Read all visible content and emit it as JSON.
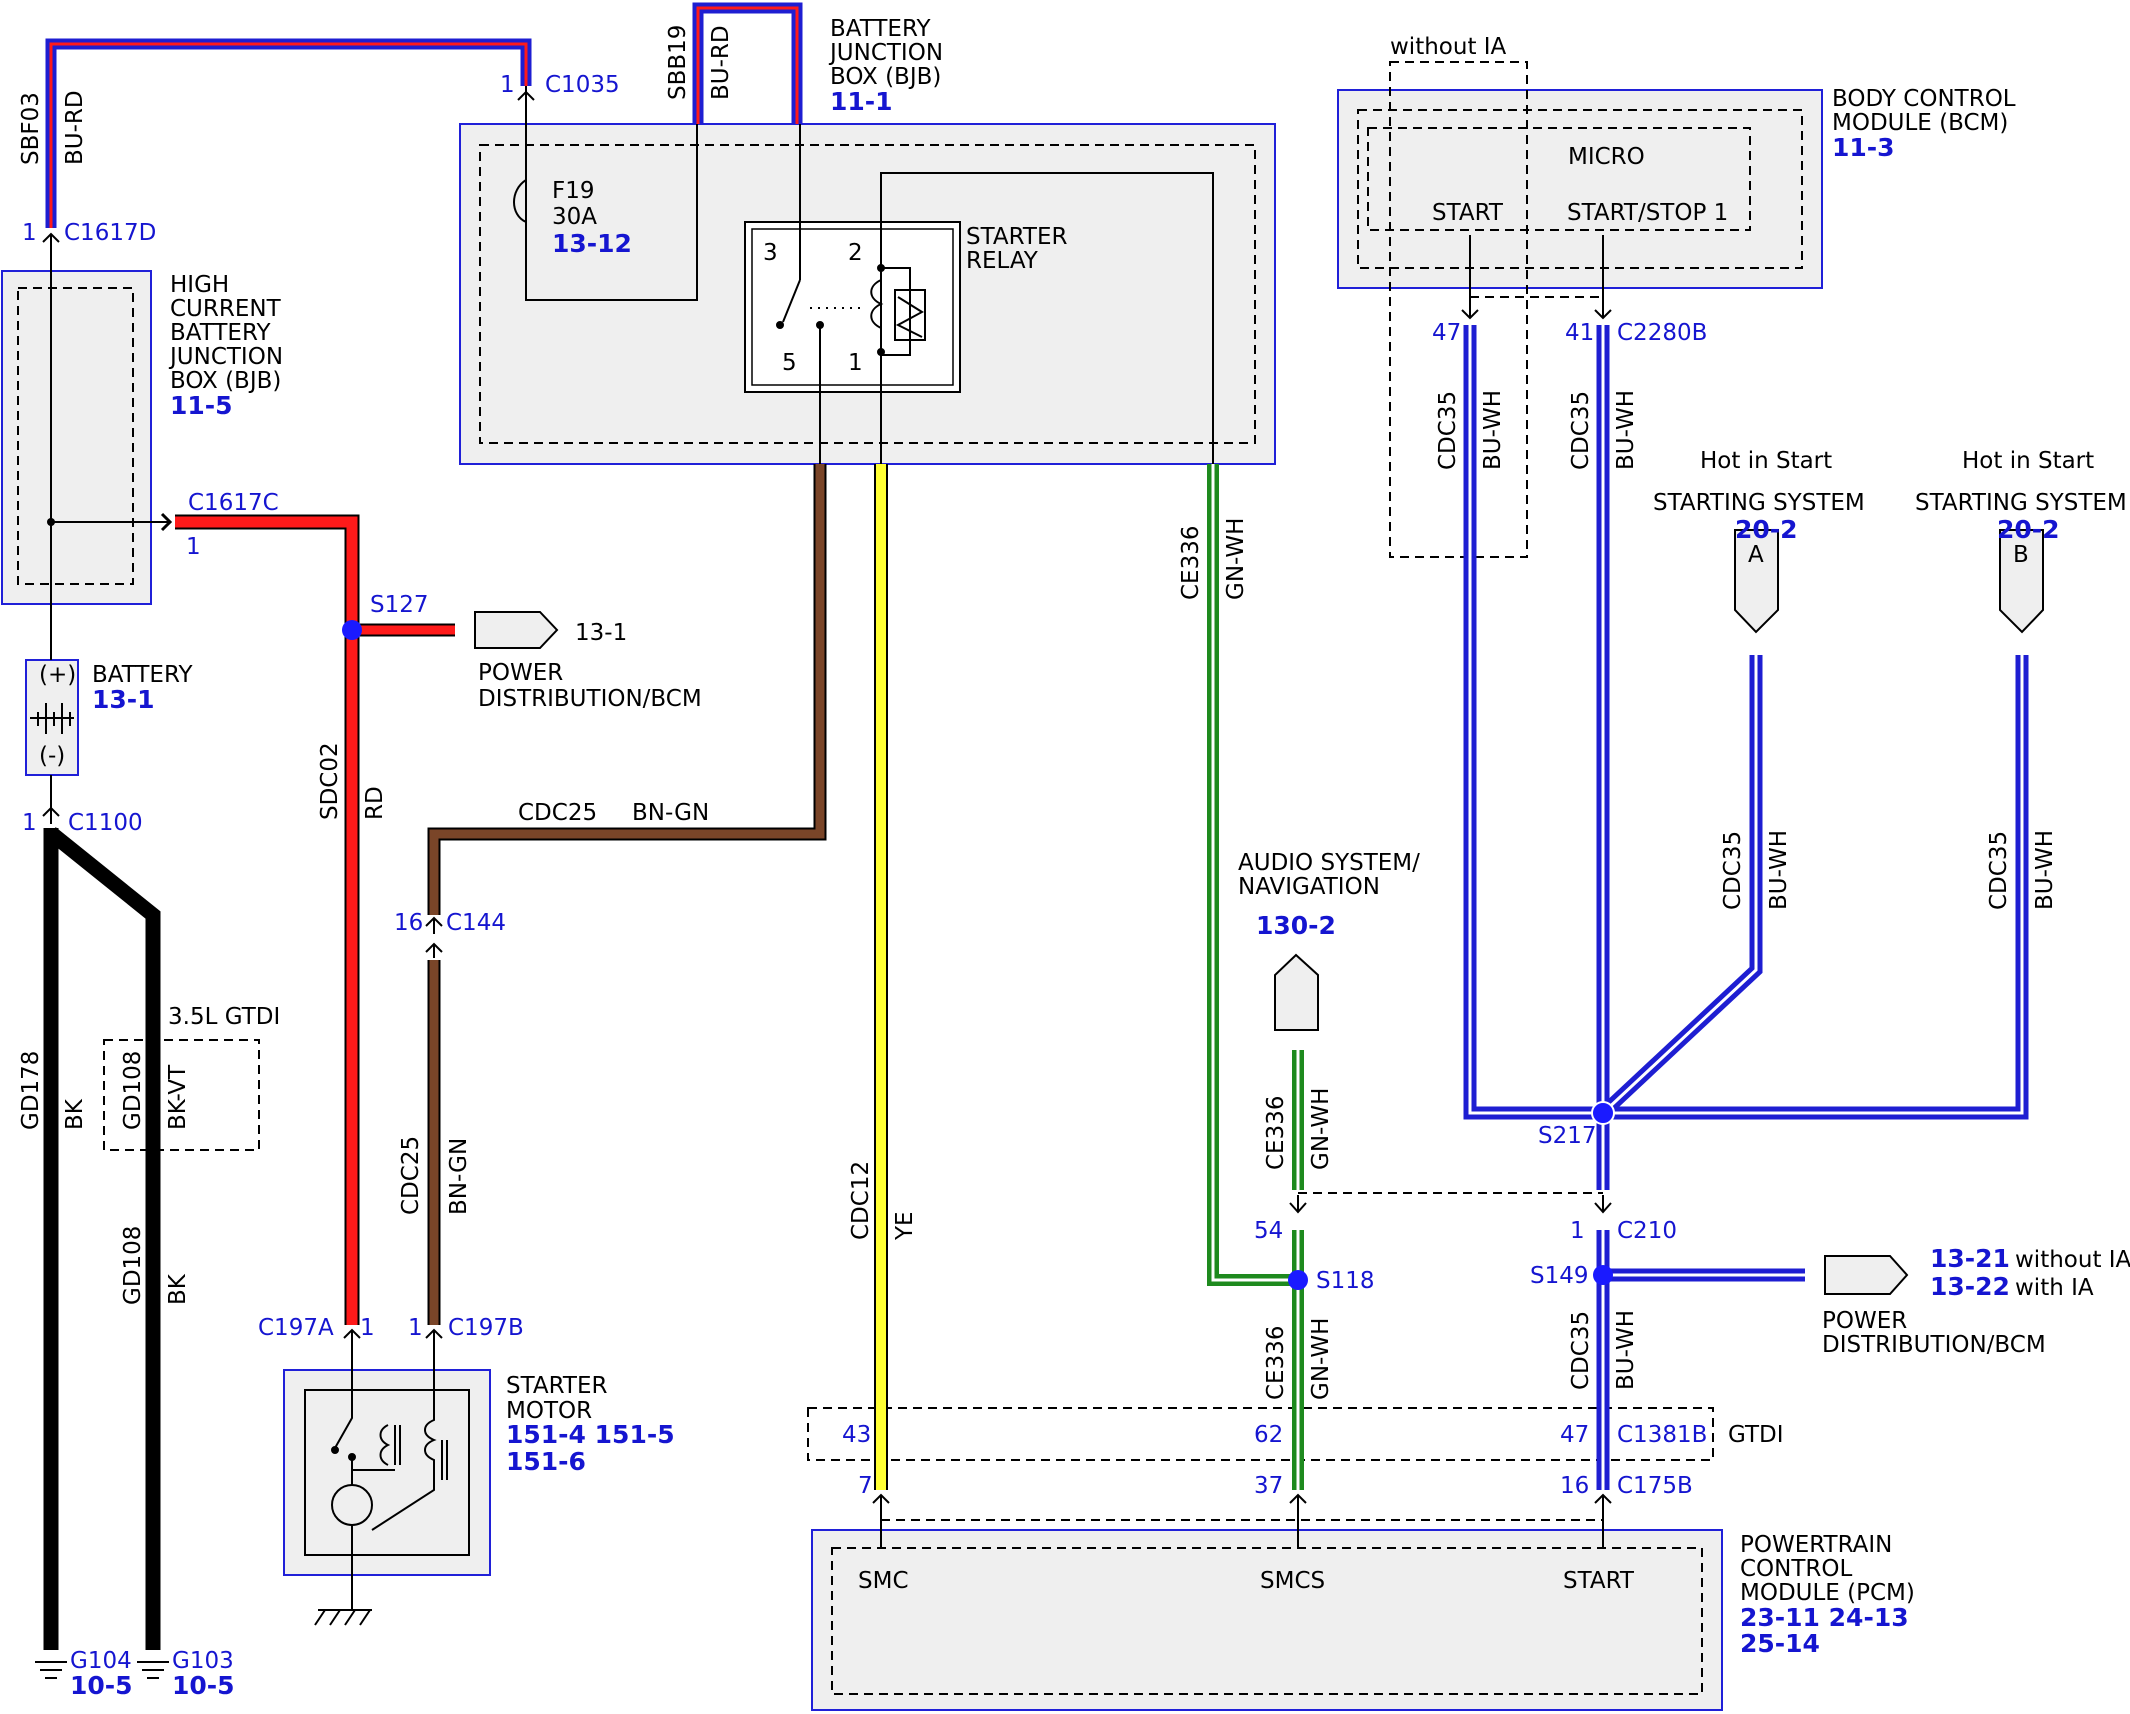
{
  "colors": {
    "wire_blue": "#1e1ed2",
    "wire_red": "#ff1a1a",
    "wire_brown": "#7a4528",
    "wire_yellow": "#ffff33",
    "wire_green": "#1e8a1e",
    "wire_black": "#000000",
    "ref_blue": "#1515d0",
    "splice_blue": "#1a1aff",
    "box_fill": "#efefef",
    "box_border": "#2020d8"
  },
  "components": {
    "hcbjb": {
      "lines": [
        "HIGH",
        "CURRENT",
        "BATTERY",
        "JUNCTION",
        "BOX (BJB)"
      ],
      "ref": "11-5"
    },
    "battery": {
      "name": "BATTERY",
      "ref": "13-1",
      "plus": "(+)",
      "minus": "(-)"
    },
    "bjb": {
      "lines": [
        "BATTERY",
        "JUNCTION",
        "BOX (BJB)"
      ],
      "ref": "11-1",
      "fuse": "F19",
      "fuse_rating": "30A",
      "fuse_ref": "13-12"
    },
    "starter_relay": {
      "lines": [
        "STARTER",
        "RELAY"
      ],
      "pins": [
        "3",
        "2",
        "5",
        "1"
      ]
    },
    "bcm": {
      "lines": [
        "BODY CONTROL",
        "MODULE (BCM)"
      ],
      "ref": "11-3",
      "micro": "MICRO",
      "start": "START",
      "start_stop": "START/STOP 1",
      "without_ia": "without IA"
    },
    "starter_motor": {
      "lines": [
        "STARTER",
        "MOTOR"
      ],
      "refs": [
        "151-4 151-5",
        "151-6"
      ]
    },
    "pcm": {
      "lines": [
        "POWERTRAIN",
        "CONTROL",
        "MODULE (PCM)"
      ],
      "refs": [
        "23-11 24-13",
        "25-14"
      ],
      "smc": "SMC",
      "smcs": "SMCS",
      "start": "START"
    },
    "power_dist_top": {
      "ref": "13-1",
      "lines": [
        "POWER",
        "DISTRIBUTION/BCM"
      ]
    },
    "power_dist_right": {
      "refs": [
        "13-21",
        "13-22"
      ],
      "notes": [
        "without IA",
        "with IA"
      ],
      "lines": [
        "POWER",
        "DISTRIBUTION/BCM"
      ]
    },
    "audio": {
      "lines": [
        "AUDIO SYSTEM/",
        "NAVIGATION"
      ],
      "ref": "130-2"
    },
    "hot_a": {
      "hot": "Hot in Start",
      "system": "STARTING SYSTEM",
      "ref": "20-2",
      "letter": "A"
    },
    "hot_b": {
      "hot": "Hot in Start",
      "system": "STARTING SYSTEM",
      "ref": "20-2",
      "letter": "B"
    },
    "gtdi_35": "3.5L GTDI",
    "gtdi": "GTDI"
  },
  "connectors": {
    "c1035": {
      "pin": "1",
      "name": "C1035"
    },
    "c1617d": {
      "pin": "1",
      "name": "C1617D"
    },
    "c1617c": {
      "pin": "1",
      "name": "C1617C"
    },
    "c1100": {
      "pin": "1",
      "name": "C1100"
    },
    "s127": "S127",
    "c144": {
      "pin": "16",
      "name": "C144"
    },
    "c197a": {
      "pin": "1",
      "name": "C197A"
    },
    "c197b": {
      "pin": "1",
      "name": "C197B"
    },
    "c2280b_47": "47",
    "c2280b_41": "41",
    "c2280b": "C2280B",
    "s217": "S217",
    "c210": {
      "pin": "1",
      "name": "C210"
    },
    "s149": "S149",
    "s118": "S118",
    "pin54": "54",
    "c1381b": {
      "pin43": "43",
      "pin62": "62",
      "pin47": "47",
      "name": "C1381B"
    },
    "c175b": {
      "pin7": "7",
      "pin37": "37",
      "pin16": "16",
      "name": "C175B"
    },
    "g104": {
      "name": "G104",
      "ref": "10-5"
    },
    "g103": {
      "name": "G103",
      "ref": "10-5"
    }
  },
  "wires": {
    "sbf03": {
      "circuit": "SBF03",
      "color": "BU-RD"
    },
    "sbb19": {
      "circuit": "SBB19",
      "color": "BU-RD"
    },
    "sdc02": {
      "circuit": "SDC02",
      "color": "RD"
    },
    "cdc25_h": {
      "circuit": "CDC25",
      "color": "BN-GN"
    },
    "cdc25_v": {
      "circuit": "CDC25",
      "color": "BN-GN"
    },
    "cdc12": {
      "circuit": "CDC12",
      "color": "YE"
    },
    "ce336_top": {
      "circuit": "CE336",
      "color": "GN-WH"
    },
    "ce336_audio": {
      "circuit": "CE336",
      "color": "GN-WH"
    },
    "ce336_low": {
      "circuit": "CE336",
      "color": "GN-WH"
    },
    "cdc35_47": {
      "circuit": "CDC35",
      "color": "BU-WH"
    },
    "cdc35_41": {
      "circuit": "CDC35",
      "color": "BU-WH"
    },
    "cdc35_a": {
      "circuit": "CDC35",
      "color": "BU-WH"
    },
    "cdc35_b": {
      "circuit": "CDC35",
      "color": "BU-WH"
    },
    "cdc35_low": {
      "circuit": "CDC35",
      "color": "BU-WH"
    },
    "gd178": {
      "circuit": "GD178",
      "color": "BK"
    },
    "gd108_box": {
      "circuit": "GD108",
      "color": "BK-VT"
    },
    "gd108": {
      "circuit": "GD108",
      "color": "BK"
    }
  }
}
